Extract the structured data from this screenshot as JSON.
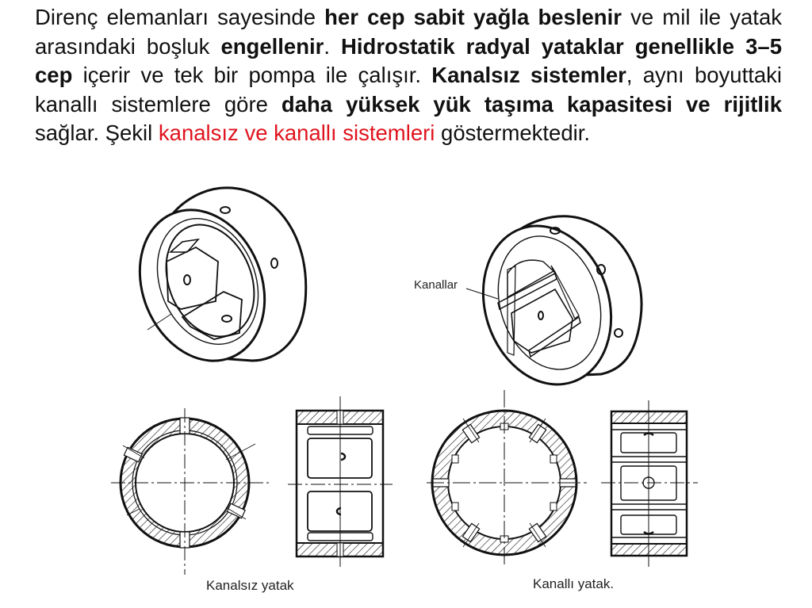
{
  "paragraph": {
    "segments": [
      {
        "text": "Direnç elemanları sayesinde ",
        "style": "normal"
      },
      {
        "text": "her cep sabit yağla beslenir",
        "style": "bold"
      },
      {
        "text": " ve mil ile yatak arasındaki boşluk ",
        "style": "normal"
      },
      {
        "text": "engellenir",
        "style": "bold"
      },
      {
        "text": ". ",
        "style": "normal"
      },
      {
        "text": "Hidrostatik radyal yataklar genellikle 3–5 cep",
        "style": "bold"
      },
      {
        "text": " içerir ve tek bir pompa ile çalışır. ",
        "style": "normal"
      },
      {
        "text": "Kanalsız sistemler",
        "style": "bold"
      },
      {
        "text": ", aynı boyuttaki kanallı sistemlere göre ",
        "style": "normal"
      },
      {
        "text": "daha yüksek yük taşıma kapasitesi ve rijitlik",
        "style": "bold"
      },
      {
        "text": " sağlar.  Şekil ",
        "style": "normal"
      },
      {
        "text": "kanalsız ve kanallı sistemleri",
        "style": "red"
      },
      {
        "text": " göstermektedir.",
        "style": "normal"
      }
    ]
  },
  "figure": {
    "callout_label": "Kanallar",
    "captions": {
      "left": "Kanalsız yatak",
      "right": "Kanallı yatak."
    }
  },
  "colors": {
    "text": "#111111",
    "highlight_red": "#e0141e",
    "line": "#111111"
  }
}
